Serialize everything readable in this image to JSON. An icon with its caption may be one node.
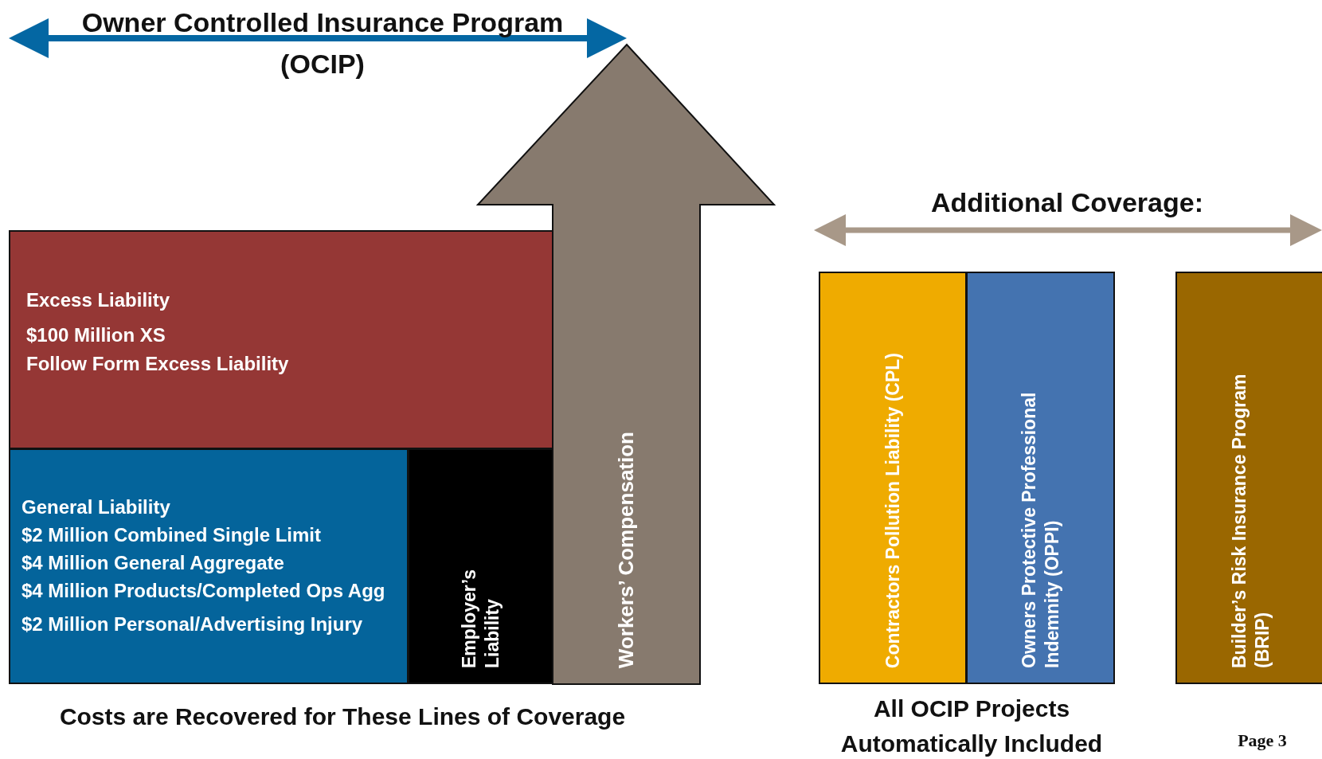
{
  "diagram": {
    "title": "Owner Controlled Insurance Program (OCIP)",
    "nodes": [
      {
        "text": [
          "Excess Liability",
          "$100 Million XS",
          "Follow Form Excess Liability"
        ]
      },
      {
        "text": [
          "General Liability",
          "$2 Million Combined Single Limit",
          "$4 Million General Aggregate",
          "$4 Million Products/Completed Ops Agg",
          "$2 Million Personal/Advertising Injury"
        ]
      },
      {
        "text": [
          "Employer’s Liability"
        ]
      },
      {
        "text": [
          "Workers’ Compensation"
        ]
      },
      {
        "text": [
          "Contractors Pollution Liability (CPL)"
        ]
      },
      {
        "text": [
          "Owners Protective Professional Indemnity (OPPI)"
        ]
      },
      {
        "text": [
          "Builder’s Risk Insurance Program (BRIP)"
        ]
      }
    ],
    "edges": [],
    "labels": [
      "Additional Coverage:",
      "Costs are Recovered for These Lines of Coverage",
      "All OCIP Projects Automatically Included",
      "Page 3"
    ]
  }
}
